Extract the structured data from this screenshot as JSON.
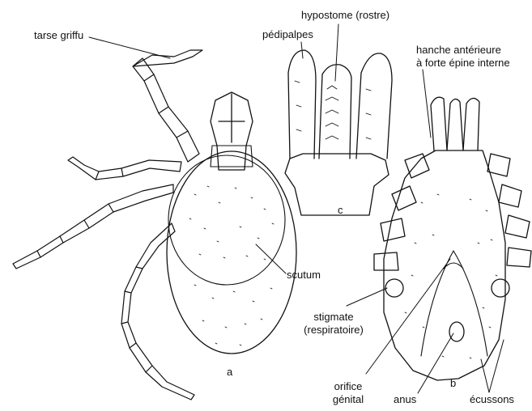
{
  "labels": {
    "tarse": "tarse griffu",
    "hypostome": "hypostome (rostre)",
    "pedipalpes": "pédipalpes",
    "hanche_line1": "hanche antérieure",
    "hanche_line2": "à forte épine interne",
    "scutum": "scutum",
    "stigmate_line1": "stigmate",
    "stigmate_line2": "(respiratoire)",
    "orifice_line1": "orifice",
    "orifice_line2": "génital",
    "anus": "anus",
    "ecussons": "écussons",
    "view_a": "a",
    "view_b": "b",
    "view_c": "c"
  },
  "colors": {
    "ink": "#111111",
    "background": "#ffffff"
  }
}
